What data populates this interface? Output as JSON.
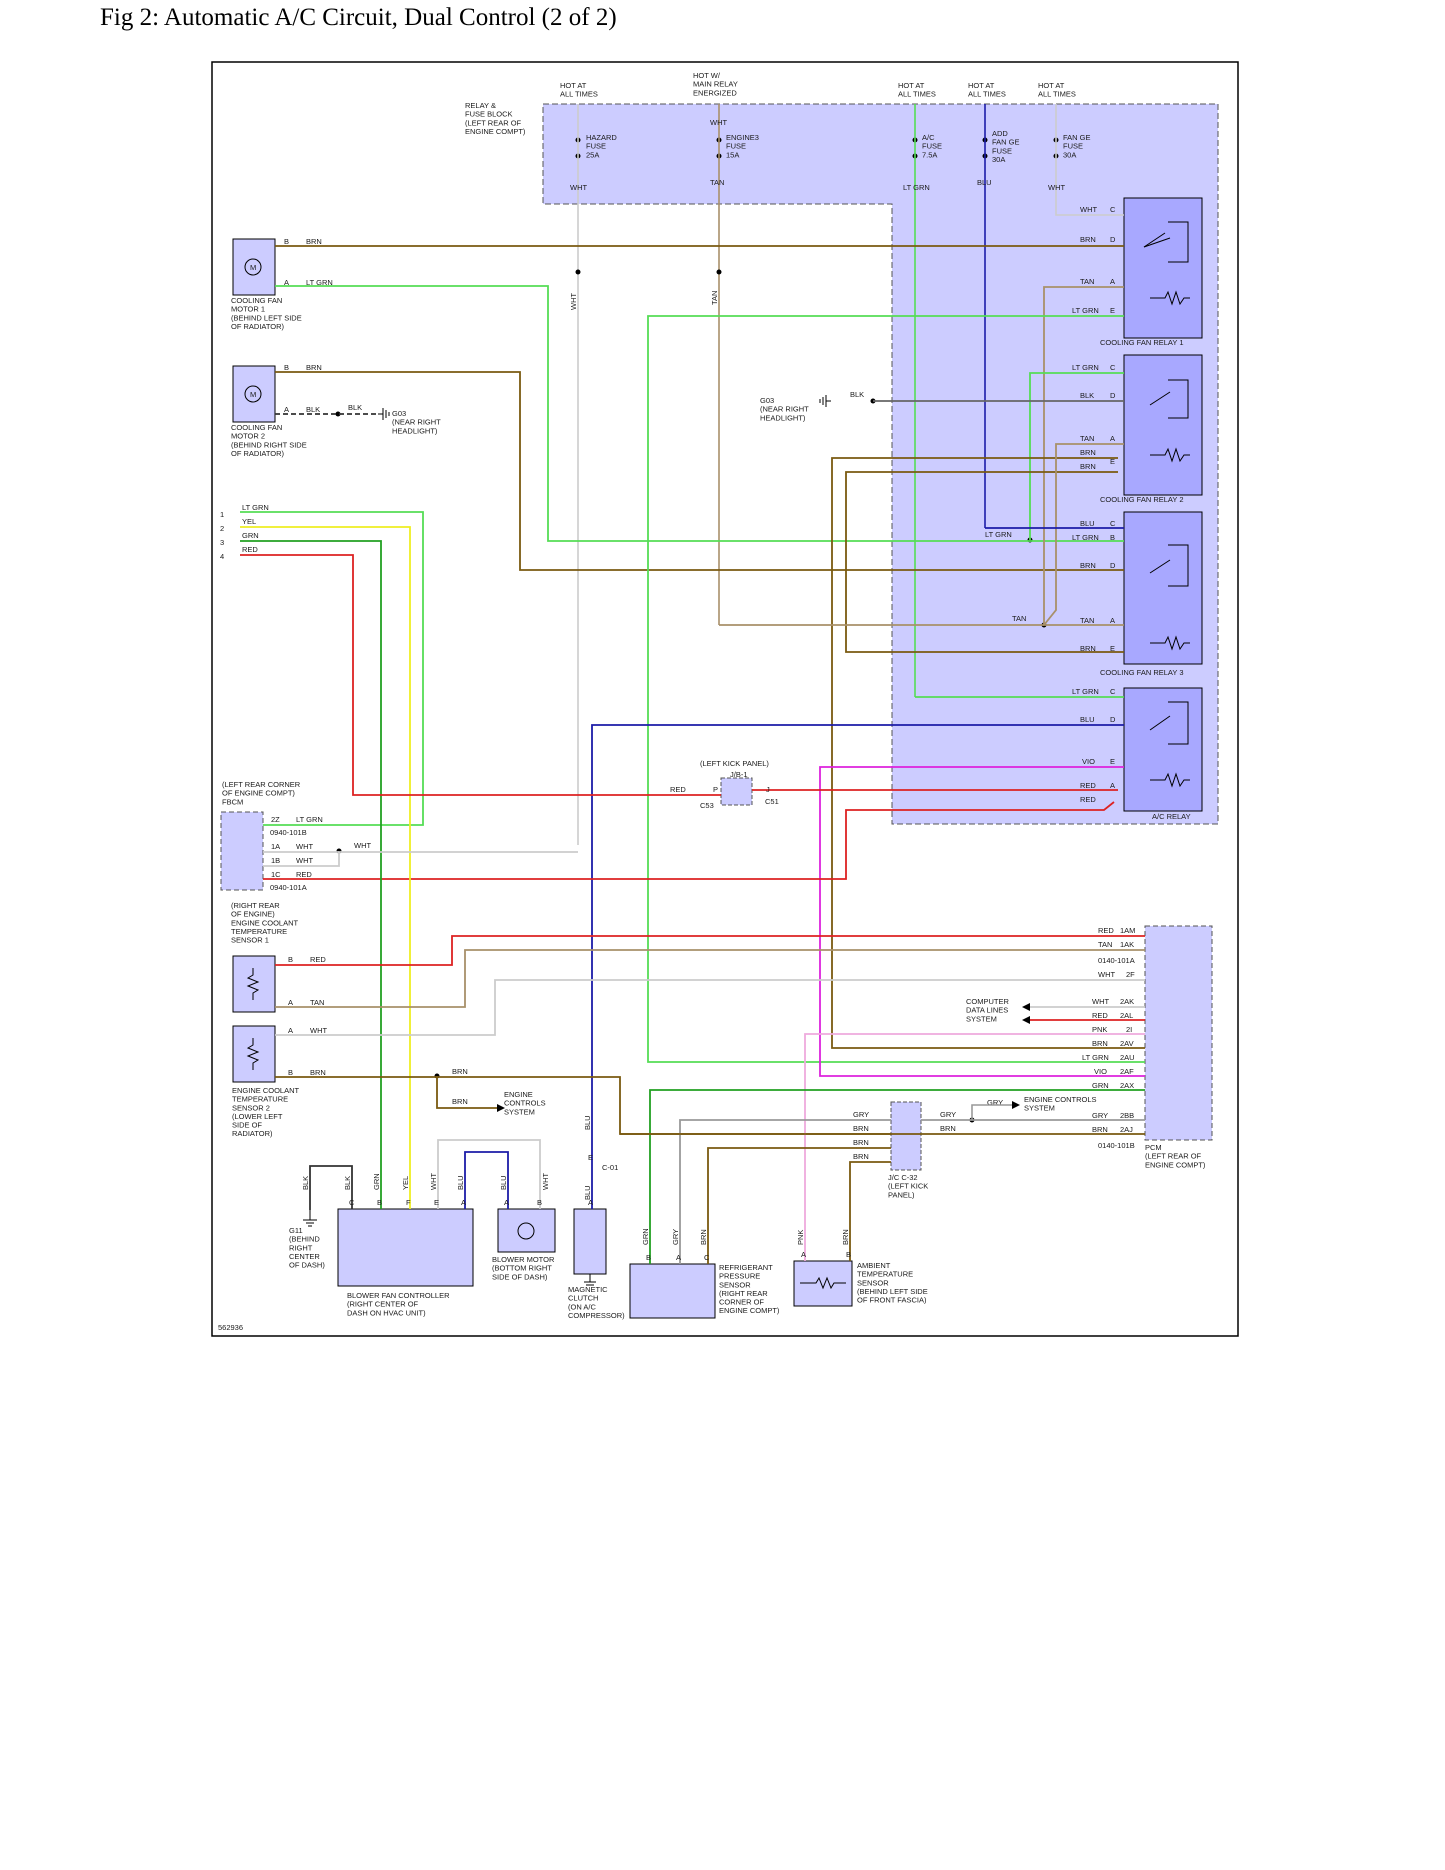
{
  "title": "Fig 2: Automatic A/C Circuit, Dual Control (2 of 2)",
  "figure_id": "562936",
  "colors": {
    "block_fill": "#ccccff",
    "BRN": "#7a5a10",
    "LT GRN": "#55dd55",
    "GRN": "#22a022",
    "YEL": "#eeee22",
    "RED": "#dd2222",
    "BLU": "#1c1ca8",
    "VIO": "#dd22dd",
    "TAN": "#a8906a",
    "WHT": "#cccccc",
    "GRY": "#999999",
    "BLK": "#333333",
    "PNK": "#eeaadd"
  },
  "power": [
    {
      "id": "hazard",
      "top": "HOT AT\nALL TIMES",
      "fuse": "HAZARD\nFUSE\n25A",
      "wire": "WHT"
    },
    {
      "id": "engine3",
      "top": "HOT W/\nMAIN RELAY\nENERGIZED",
      "fuse": "ENGINE3\nFUSE\n15A",
      "wire_top": "WHT",
      "wire": "TAN"
    },
    {
      "id": "ac",
      "top": "HOT AT\nALL TIMES",
      "fuse": "A/C\nFUSE\n7.5A",
      "wire": "LT GRN"
    },
    {
      "id": "addfan",
      "top": "HOT AT\nALL TIMES",
      "fuse": "ADD\nFAN GE\nFUSE\n30A",
      "wire": "BLU"
    },
    {
      "id": "fange",
      "top": "HOT AT\nALL TIMES",
      "fuse": "FAN GE\nFUSE\n30A",
      "wire": "WHT"
    }
  ],
  "labels": {
    "relay_block": "RELAY &\nFUSE BLOCK\n(LEFT REAR OF\nENGINE COMPT)",
    "motor1": "COOLING FAN\nMOTOR 1\n(BEHIND LEFT SIDE\nOF RADIATOR)",
    "motor2": "COOLING FAN\nMOTOR 2\n(BEHIND RIGHT SIDE\nOF RADIATOR)",
    "g03_left": "G03\n(NEAR RIGHT\nHEADLIGHT)",
    "g03_mid": "G03\n(NEAR RIGHT\nHEADLIGHT)",
    "relay1": "COOLING FAN RELAY 1",
    "relay2": "COOLING FAN RELAY 2",
    "relay3": "COOLING FAN RELAY 3",
    "ac_relay": "A/C RELAY",
    "kick_panel": "(LEFT KICK PANEL)",
    "jb1": "J/B-1",
    "c53": "C53",
    "c51": "C51",
    "fbcm": "(LEFT REAR CORNER\nOF ENGINE COMPT)\nFBCM",
    "ect1": "(RIGHT REAR\nOF ENGINE)\nENGINE COOLANT\nTEMPERATURE\nSENSOR 1",
    "ect2": "ENGINE COOLANT\nTEMPERATURE\nSENSOR 2\n(LOWER LEFT\nSIDE OF\nRADIATOR)",
    "computer_data": "COMPUTER\nDATA LINES\nSYSTEM",
    "ecs1": "ENGINE\nCONTROLS\nSYSTEM",
    "ecs2": "ENGINE CONTROLS\nSYSTEM",
    "pcm": "PCM\n(LEFT REAR OF\nENGINE COMPT)",
    "jc32": "J/C C-32\n(LEFT KICK\nPANEL)",
    "g11": "G11\n(BEHIND\nRIGHT\nCENTER\nOF DASH)",
    "blower_ctrl": "BLOWER FAN CONTROLLER\n(RIGHT CENTER OF\nDASH ON HVAC UNIT)",
    "blower_motor": "BLOWER MOTOR\n(BOTTOM RIGHT\nSIDE OF DASH)",
    "mag_clutch": "MAGNETIC\nCLUTCH\n(ON A/C\nCOMPRESSOR)",
    "refrig": "REFRIGERANT\nPRESSURE\nSENSOR\n(RIGHT REAR\nCORNER OF\nENGINE COMPT)",
    "ambient": "AMBIENT\nTEMPERATURE\nSENSOR\n(BEHIND LEFT SIDE\nOF FRONT FASCIA)",
    "c01": "C-01",
    "conn_b": "0940-101B",
    "conn_a": "0940-101A",
    "pcm_a": "0140-101A",
    "pcm_b": "0140-101B"
  },
  "fbcm_pins": [
    {
      "pin": "2Z",
      "wire": "LT GRN"
    },
    {
      "pin": "1A",
      "wire": "WHT"
    },
    {
      "pin": "1B",
      "wire": "WHT"
    },
    {
      "pin": "1C",
      "wire": "RED"
    }
  ],
  "left_lines": [
    {
      "n": "1",
      "wire": "LT GRN"
    },
    {
      "n": "2",
      "wire": "YEL"
    },
    {
      "n": "3",
      "wire": "GRN"
    },
    {
      "n": "4",
      "wire": "RED"
    }
  ],
  "pcm_pins": [
    {
      "pin": "1AM",
      "wire": "RED"
    },
    {
      "pin": "1AK",
      "wire": "TAN"
    },
    {
      "pin": "2F",
      "wire": "WHT"
    },
    {
      "pin": "2AK",
      "wire": "WHT"
    },
    {
      "pin": "2AL",
      "wire": "RED"
    },
    {
      "pin": "2I",
      "wire": "PNK"
    },
    {
      "pin": "2AV",
      "wire": "BRN"
    },
    {
      "pin": "2AU",
      "wire": "LT GRN"
    },
    {
      "pin": "2AF",
      "wire": "VIO"
    },
    {
      "pin": "2AX",
      "wire": "GRN"
    },
    {
      "pin": "2BB",
      "wire": "GRY"
    },
    {
      "pin": "2AJ",
      "wire": "BRN"
    }
  ],
  "relay1_pins": [
    {
      "pin": "C",
      "wire": "WHT"
    },
    {
      "pin": "D",
      "wire": "BRN"
    },
    {
      "pin": "A",
      "wire": "TAN"
    },
    {
      "pin": "E",
      "wire": "LT GRN"
    }
  ],
  "relay2_pins": [
    {
      "pin": "C",
      "wire": "LT GRN"
    },
    {
      "pin": "D",
      "wire": "BLK"
    },
    {
      "pin": "A",
      "wire": "TAN"
    },
    {
      "pin": "E",
      "wire": "BRN"
    }
  ],
  "relay3_pins": [
    {
      "pin": "C",
      "wire": "BLU"
    },
    {
      "pin": "B",
      "wire": "LT GRN"
    },
    {
      "pin": "D",
      "wire": "BRN"
    },
    {
      "pin": "A",
      "wire": "TAN"
    },
    {
      "pin": "E",
      "wire": "BRN"
    }
  ],
  "acrelay_pins": [
    {
      "pin": "C",
      "wire": "LT GRN"
    },
    {
      "pin": "D",
      "wire": "BLU"
    },
    {
      "pin": "E",
      "wire": "VIO"
    },
    {
      "pin": "A",
      "wire": "RED"
    }
  ],
  "misc": {
    "pin_A": "A",
    "pin_B": "B",
    "pin_C": "C",
    "pin_E": "E",
    "pin_F": "F",
    "pin_P": "P",
    "pin_J": "J",
    "m": "M",
    "w_brn": "BRN",
    "w_ltgrn": "LT GRN",
    "w_blk": "BLK",
    "w_wht": "WHT",
    "w_tan": "TAN",
    "w_red": "RED",
    "w_gry": "GRY",
    "w_blu": "BLU",
    "w_grn": "GRN",
    "w_yel": "YEL",
    "w_pnk": "PNK",
    "w_vio": "VIO"
  }
}
